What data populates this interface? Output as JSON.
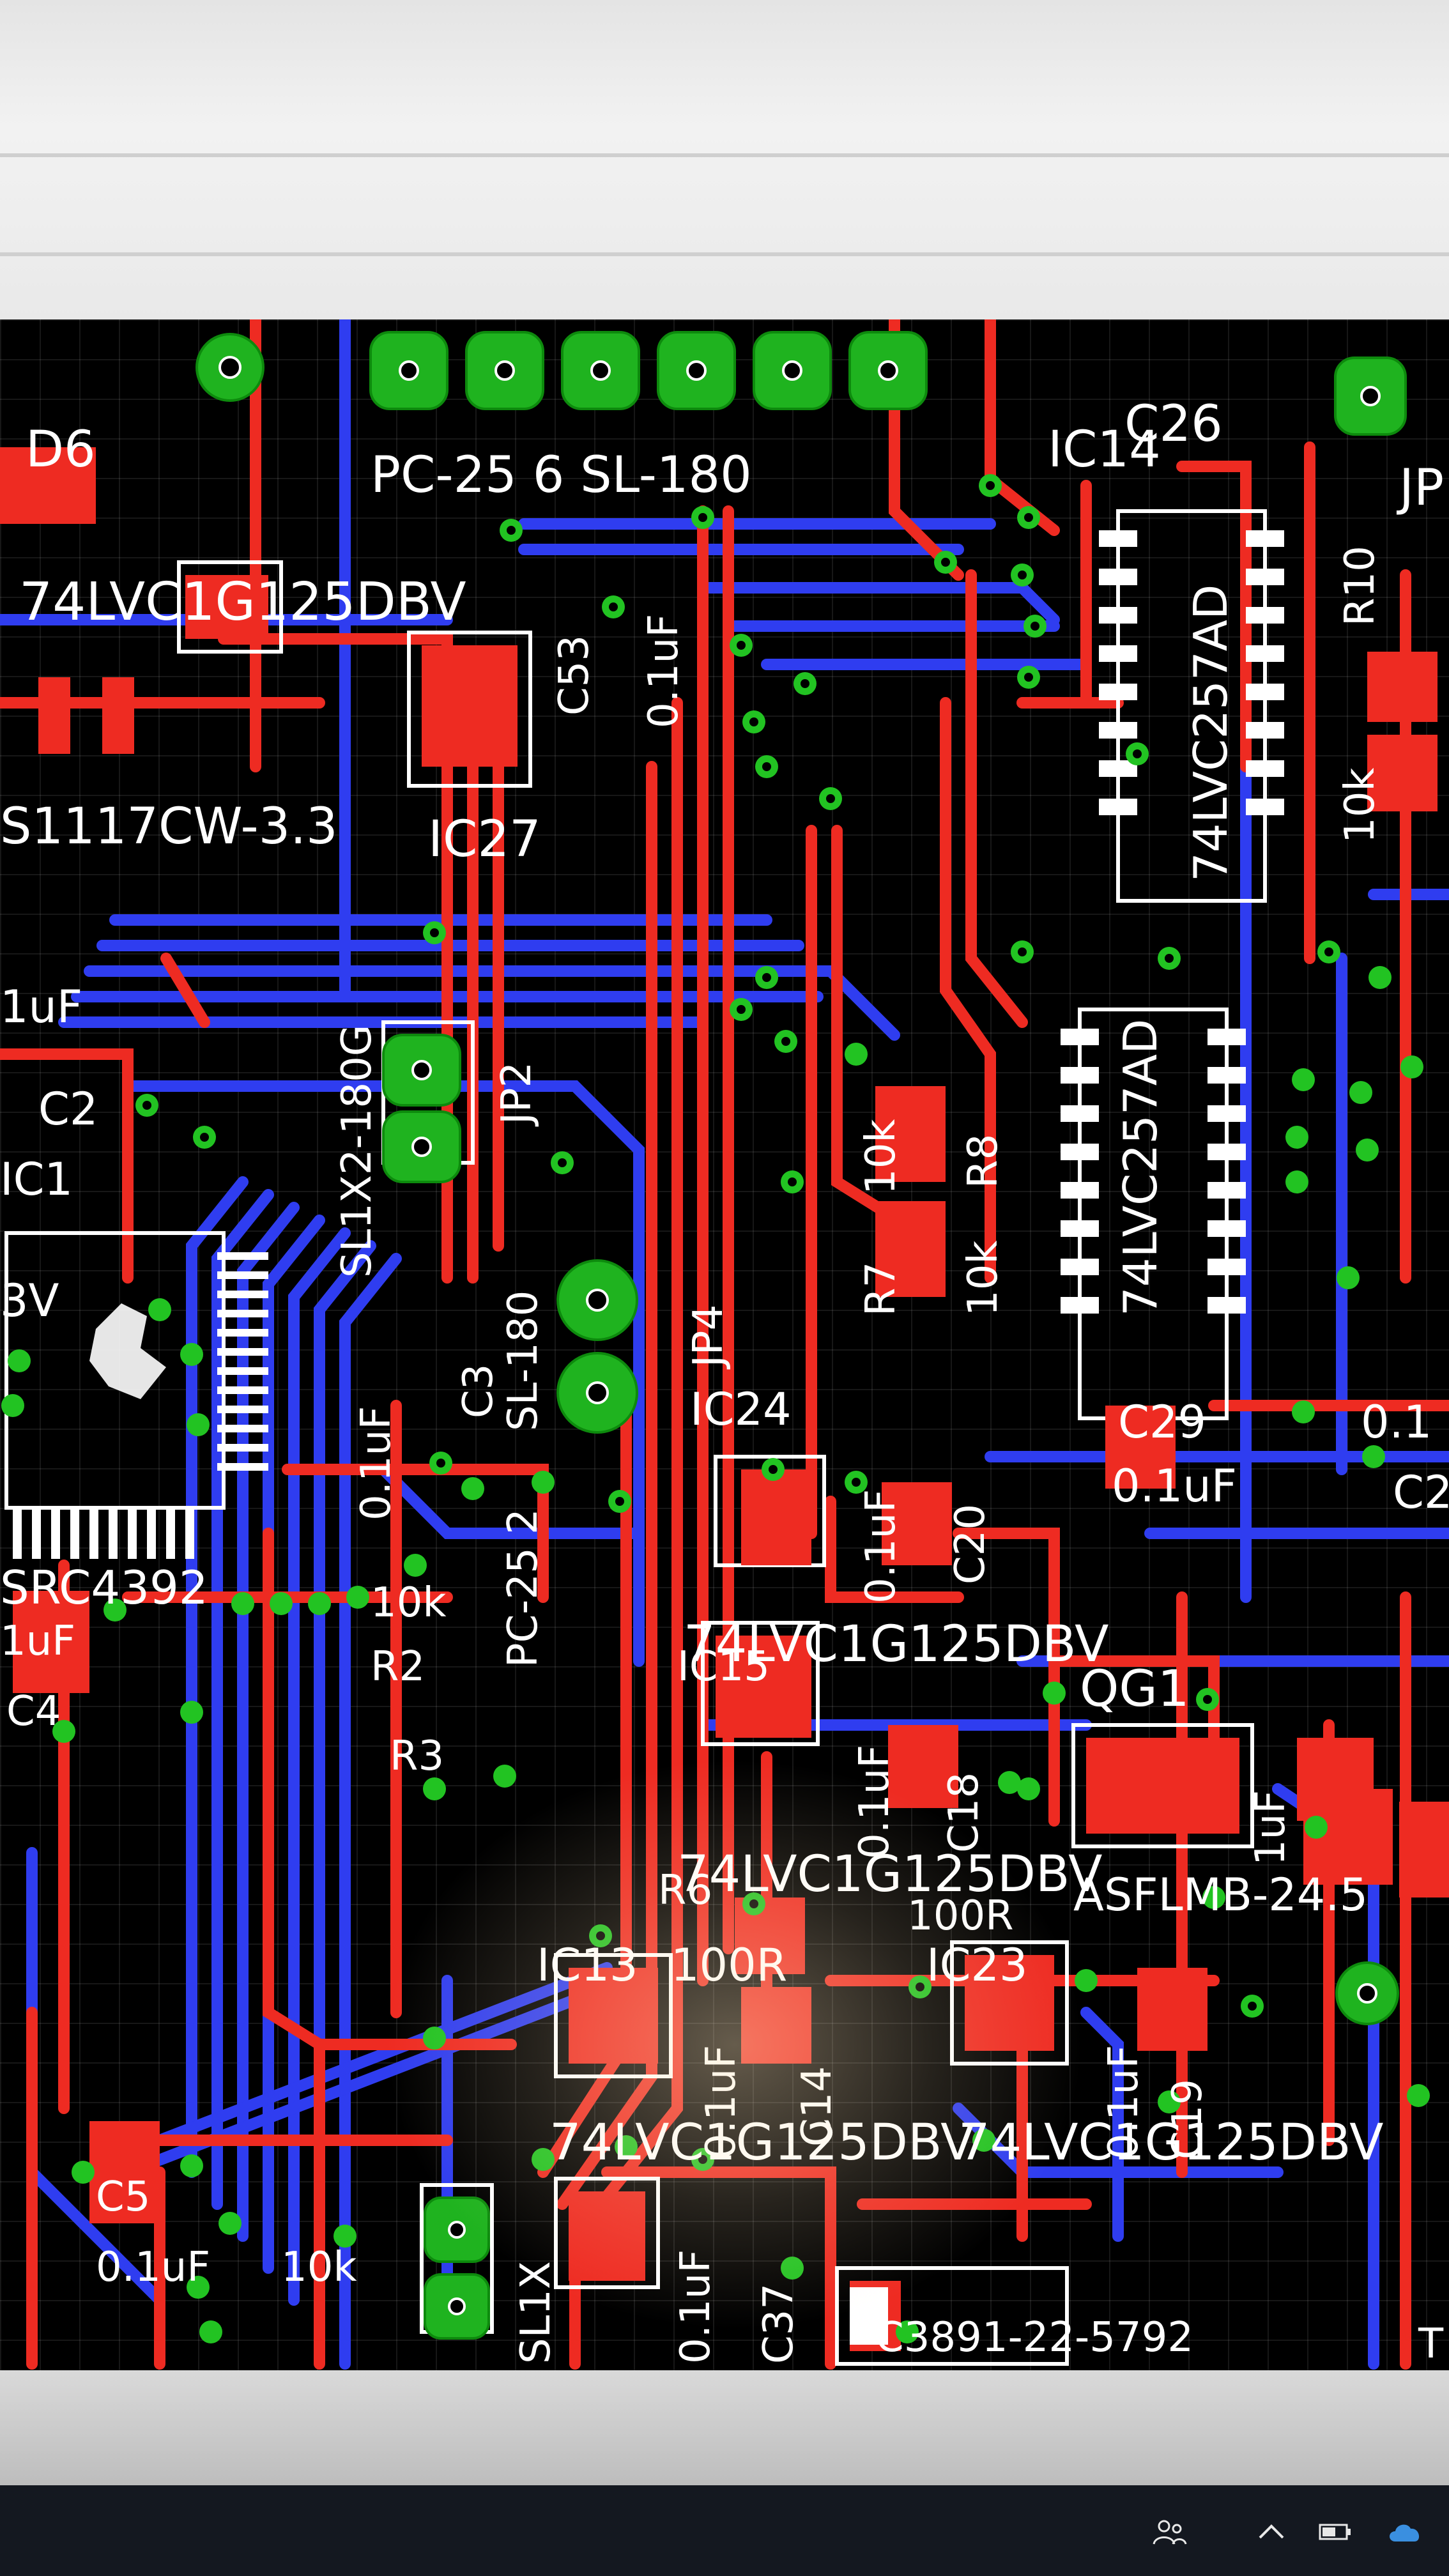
{
  "labels": {
    "d6": "D6",
    "pc25_top": "PC-25 6 SL-180",
    "ic14": "IC14",
    "c26": "C26",
    "jp_right": "JP",
    "ic_top_left": "74LVC1G125DBV",
    "c53": "C53",
    "c53_val": "0.1uF",
    "r10": "R10",
    "r10_val": "10k",
    "lvc257_top": "74LVC257AD",
    "reg": "S1117CW-3.3",
    "ic27": "IC27",
    "c_left": "1uF",
    "c2": "C2",
    "ic1": "IC1",
    "jp2_val": "SL1X2-180G",
    "jp2": "JP2",
    "r7": "R7",
    "r7_val": "10k",
    "r8": "R8",
    "r8_val": "10k",
    "lvc257_mid": "74LVC257AD",
    "v_left": "3V",
    "jp4": "JP4",
    "sl180_mid": "SL-180",
    "pc25_mid": "PC-25 2",
    "c_mid_val": "0.1uF",
    "c_mid": "C3",
    "ic24": "IC24",
    "c29": "C29",
    "c29_val": "0.1uF",
    "c_right_val": "0.1",
    "c_right": "C2",
    "src": "SRC4392",
    "r_10k": "10k",
    "r2": "R2",
    "r3": "R3",
    "c20": "C20",
    "c20_val": "0.1uF",
    "c4_val": "1uF",
    "c4": "C4",
    "ic25_val": "74LVC1G125DBV",
    "ic15": "IC15",
    "qg1": "QG1",
    "c18": "C18",
    "c18_val": "0.1uF",
    "c_qg_val": "1uF",
    "ic15_val": "74LVC1G125DBV",
    "r6": "R6",
    "r6_val": "100R",
    "osc": "ASFLMB-24.5",
    "ic13": "IC13",
    "r_100r": "100R",
    "ic23": "IC23",
    "c14": "C14",
    "c14_val": "0.1uF",
    "c19": "C19",
    "c19_val": "0.1uF",
    "ic13_val": "74LVC1G125DBV",
    "ic23_val": "74LVC1G125DBV",
    "c5": "C5",
    "c5_val": "0.1uF",
    "r_10k_b": "10k",
    "jp_bot": "SL1X",
    "c_bot": "C37",
    "c_bot_val": "0.1uF",
    "conn": "C3891-22-5792",
    "t_right": "T"
  }
}
